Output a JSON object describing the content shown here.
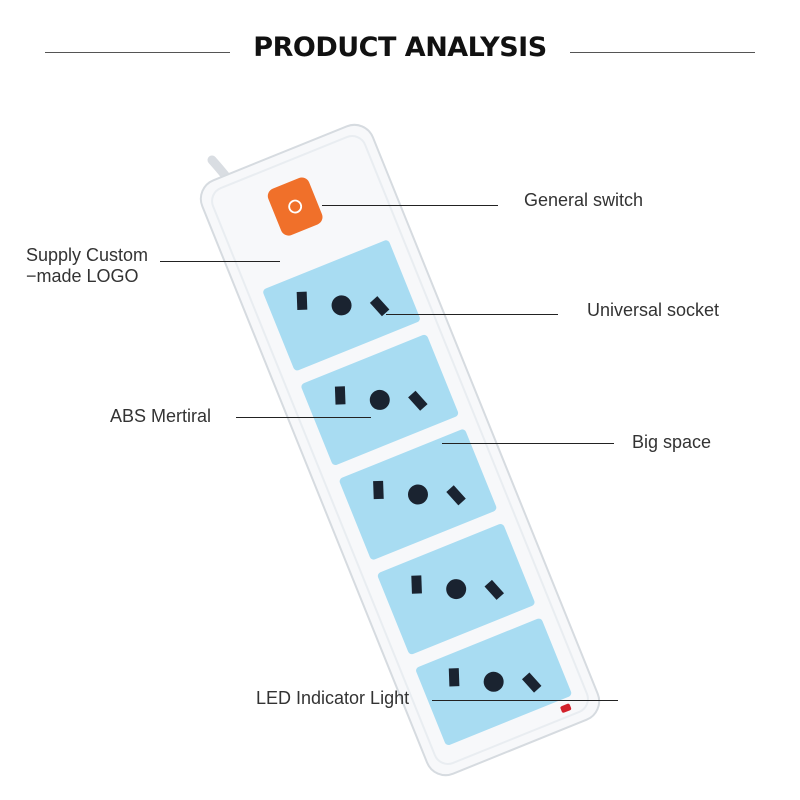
{
  "header": {
    "title": "PRODUCT ANALYSIS"
  },
  "labels": {
    "general_switch": "General switch",
    "custom_logo_line1": "Supply Custom",
    "custom_logo_line2": "−made LOGO",
    "universal_socket": "Universal socket",
    "abs_material": "ABS Mertiral",
    "big_space": "Big space",
    "led_light": "LED Indicator Light"
  },
  "colors": {
    "switch": "#f0702a",
    "socket_panel": "#a8dcf2",
    "body": "#f7f8fa",
    "indicator": "#d2202a"
  },
  "socket_count": 5
}
